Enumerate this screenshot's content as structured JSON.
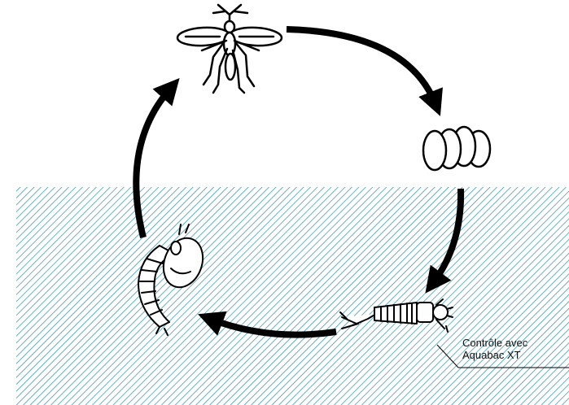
{
  "diagram": {
    "type": "life-cycle",
    "stages": [
      {
        "name": "adult-mosquito",
        "icon": "mosquito-icon"
      },
      {
        "name": "eggs",
        "icon": "eggs-icon"
      },
      {
        "name": "larva",
        "icon": "larva-icon"
      },
      {
        "name": "pupa",
        "icon": "pupa-icon"
      }
    ],
    "water_zone": {
      "pattern": "diagonal-hatch",
      "color": "#2e8fa8"
    },
    "arrow_color": "#000000",
    "callout": {
      "line1": "Contrôle avec",
      "line2": "Aquabac XT",
      "target_stage": "larva"
    }
  }
}
